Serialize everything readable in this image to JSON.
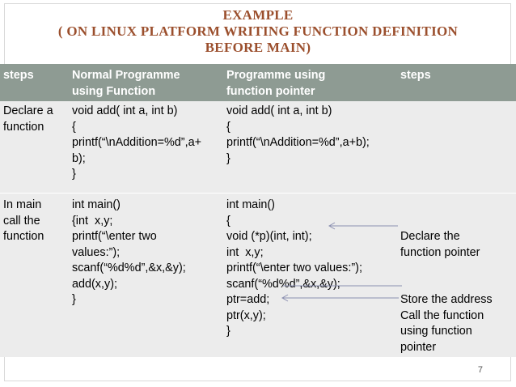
{
  "slide": {
    "title_lines": [
      "EXAMPLE",
      "( ON LINUX PLATFORM WRITING FUNCTION DEFINITION",
      "BEFORE MAIN)"
    ],
    "page_number": "7"
  },
  "table": {
    "headers": [
      "steps",
      "Normal Programme\nusing Function",
      "Programme using\nfunction pointer",
      "steps"
    ],
    "rows": [
      {
        "step": "Declare a\nfunction",
        "normal": "void add( int a, int b)\n{\nprintf(“\\nAddition=%d”,a+\nb);\n}",
        "pointer": "void add( int a, int b)\n{\nprintf(“\\nAddition=%d”,a+b);\n}",
        "note": ""
      },
      {
        "step": "In main\ncall the\nfunction",
        "normal": "int main()\n{int  x,y;\nprintf(“\\enter two\nvalues:”);\nscanf(“%d%d”,&x,&y);\nadd(x,y);\n}",
        "pointer": "int main()\n{\nvoid (*p)(int, int);\nint  x,y;\nprintf(“\\enter two values:”);\nscanf(“%d%d”,&x,&y);\nptr=add;\nptr(x,y);\n}",
        "note_declare": "Declare the\nfunction pointer",
        "note_store": "Store the address\nCall the function\nusing function\npointer"
      }
    ]
  },
  "colors": {
    "title": "#9b4f2d",
    "header_bg": "#8e9b93",
    "body_bg": "#ececec"
  }
}
